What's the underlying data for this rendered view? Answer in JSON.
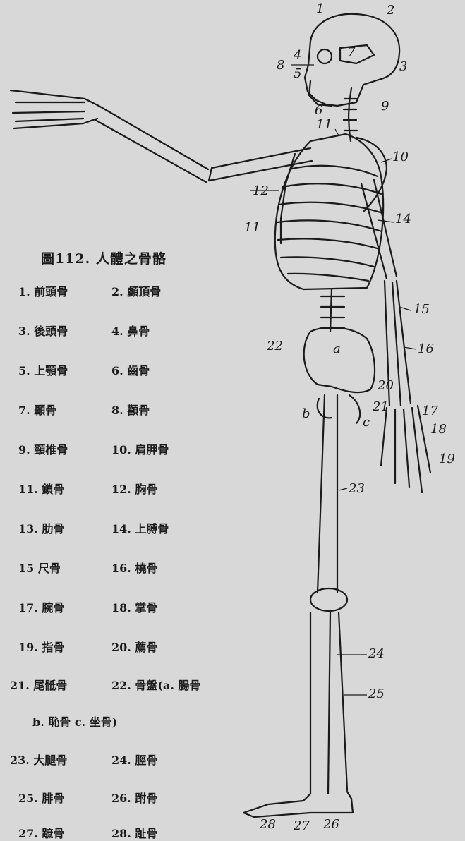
{
  "caption": "圖112. 人體之骨骼",
  "legend": [
    [
      "1. 前頭骨",
      "2. 顱頂骨"
    ],
    [
      "3. 後頭骨",
      "4. 鼻骨"
    ],
    [
      "5. 上顎骨",
      "6. 齒骨"
    ],
    [
      "7. 顳骨",
      "8. 顴骨"
    ],
    [
      "9. 頸椎骨",
      "10. 肩胛骨"
    ],
    [
      "11. 鎖骨",
      "12. 胸骨"
    ],
    [
      "13. 肋骨",
      "14. 上膊骨"
    ],
    [
      "15 尺骨",
      "16. 橈骨"
    ],
    [
      "17. 腕骨",
      "18. 掌骨"
    ],
    [
      "19. 指骨",
      "20. 薦骨"
    ],
    [
      "21. 尾骶骨",
      "22. 骨盤(a. 腸骨"
    ],
    [
      "b. 恥骨 c. 坐骨)",
      ""
    ],
    [
      "23. 大腿骨",
      "24. 脛骨"
    ],
    [
      "25. 腓骨",
      "26. 跗骨"
    ],
    [
      "27. 蹠骨",
      "28. 趾骨"
    ]
  ],
  "labels": {
    "n1": "1",
    "n2": "2",
    "n3": "3",
    "n4": "4",
    "n5": "5",
    "n6": "6",
    "n7": "7",
    "n8": "8",
    "n9": "9",
    "n10": "10",
    "n11": "11",
    "n12": "12",
    "n13": "11",
    "n14": "14",
    "n15": "15",
    "n16": "16",
    "n17": "17",
    "n18": "18",
    "n19": "19",
    "n20": "20",
    "n21": "21",
    "n22": "22",
    "na": "a",
    "nb": "b",
    "nc": "c",
    "n23": "23",
    "n24": "24",
    "n25": "25",
    "n26": "26",
    "n27": "27",
    "n28": "28"
  }
}
